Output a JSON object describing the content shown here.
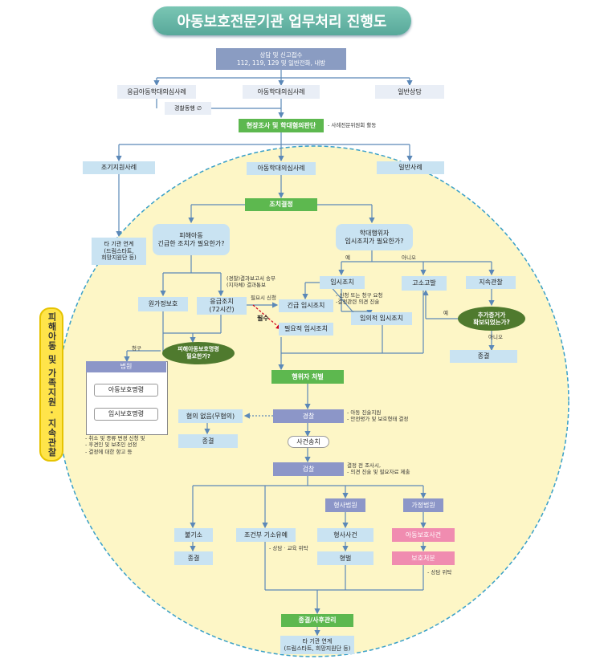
{
  "title": "아동보호전문기관 업무처리 진행도",
  "side_label": "피해아동 및 가족지원 · 지속관찰",
  "colors": {
    "green": "#5db84f",
    "light_blue": "#c9e3f2",
    "yellow_circle": "#fdf6c6",
    "pink": "#f08cb0",
    "purple": "#8c96c8"
  },
  "nodes": {
    "intake": "상담 및 신고접수\n112, 119, 129 및 일반전화, 내방",
    "emergency_case": "응급아동학대의심사례",
    "suspected_case": "아동학대의심사례",
    "general_consult": "일반상담",
    "police_escort": "경찰동행 ∅",
    "field_investigation": "현장조사 및 학대혐의판단",
    "early_support": "조기지원사례",
    "abuse_case": "아동학대의심사례",
    "general_case": "일반사례",
    "other_agency_1": "타 기관 연계\n(드림스타트,\n희망지원단 등)",
    "action_decision": "조치결정",
    "victim_child": "피해아동\n긴급한 조치가 필요한가?",
    "perpetrator": "학대행위자\n임시조치가 필요한가?",
    "home_protection": "원가정보호",
    "emergency_72h": "응급조치\n(72시간)",
    "provisional_measure": "임시조치",
    "emergency_provisional": "긴급 임시조치",
    "required_provisional": "필요적 임시조치",
    "optional_provisional": "임의적 임시조치",
    "complaint_filing": "고소고발",
    "continued_monitoring": "지속관찰",
    "extra_evidence": "추가증거가\n확보되었는가?",
    "end_1": "종결",
    "protection_order_q": "피해아동보호명령\n필요한가?",
    "court": "법원",
    "child_protection_order": "아동보호명령",
    "temp_protection_order": "임시보호명령",
    "perpetrator_punish": "행위자 처벌",
    "police": "경찰",
    "no_charge": "혐의 없음(무혐의)",
    "end_2": "종결",
    "case_transfer": "사건송치",
    "prosecution": "검찰",
    "criminal_court": "형사법원",
    "family_court": "가정법원",
    "non_indictment": "불기소",
    "conditional_suspension": "조건부 기소유예",
    "criminal_case": "형사사건",
    "child_protection_case": "아동보호사건",
    "end_3": "종결",
    "punishment": "형벌",
    "protection_disposition": "보호처분",
    "closure_aftercare": "종결/사후관리",
    "other_agency_2": "타 기관 연계\n(드림스타트, 희망지원단 등)"
  },
  "notes": {
    "case_committee": "- 사례전문위원회 활동",
    "police_report": "(경찰)결과보고서 송부\n(지자체) 결과통보",
    "if_needed": "필요시 신청",
    "mandatory": "필수",
    "provisional_note": "- 신청 또는 청구 요청\n-결정관련 의견 진술",
    "yes_1": "예",
    "no_1": "아니오",
    "yes_2": "예",
    "no_2": "아니오",
    "claim": "청구",
    "court_note": "- 취소 및 종류 변경 신청 및\n- 후견인 및 보조인 선정\n- 결정에 대한 항고 등",
    "police_note": "- 아동 진술지원\n- 안전평가 및 보호형태 결정",
    "prosecution_note": "결정 전 조사시,\n- 의견 진술 및 필요자료 제출",
    "counseling_note": "- 상담 · 교육 위탁",
    "consign_note": "- 상담 위탁"
  }
}
